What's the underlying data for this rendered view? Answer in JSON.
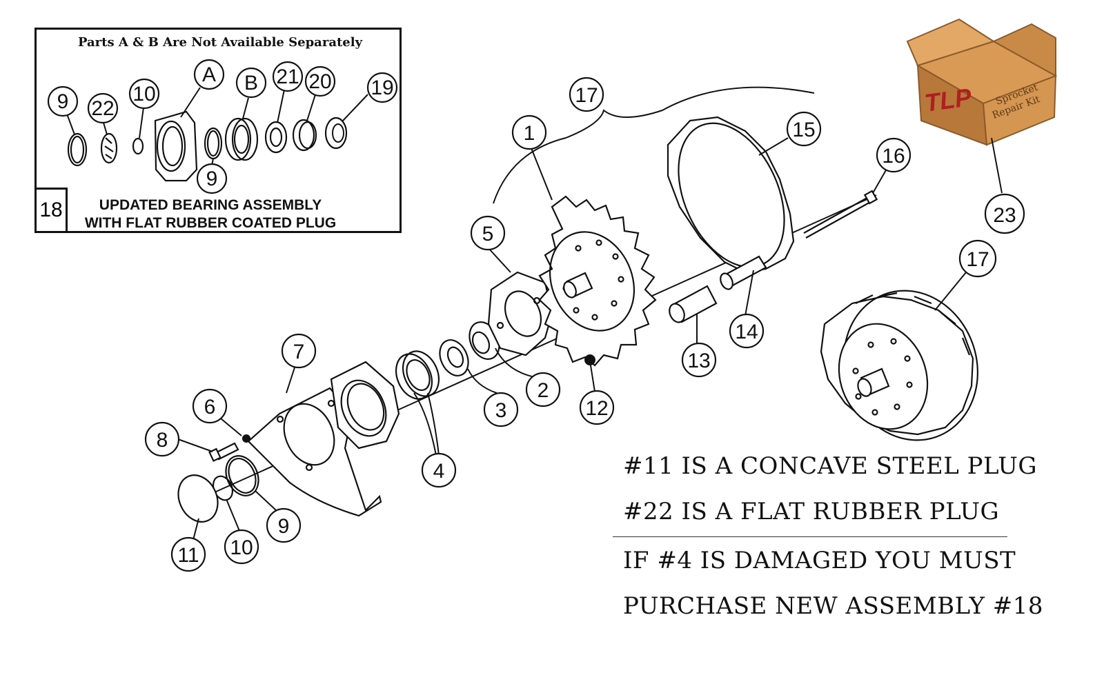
{
  "inset": {
    "title": "Parts A & B Are Not Available Separately",
    "assembly_number": "18",
    "caption_line1": "UPDATED BEARING ASSEMBLY",
    "caption_line2": "WITH FLAT RUBBER COATED PLUG",
    "callouts": [
      "9",
      "22",
      "10",
      "A",
      "B",
      "21",
      "20",
      "19",
      "9"
    ]
  },
  "main_callouts": [
    "17",
    "1",
    "15",
    "16",
    "23",
    "5",
    "17",
    "14",
    "13",
    "12",
    "2",
    "3",
    "4",
    "7",
    "6",
    "8",
    "9",
    "10",
    "11"
  ],
  "kit_box": {
    "brand": "TLP",
    "label_line1": "Sprocket",
    "label_line2": "Repair Kit"
  },
  "notes": {
    "line1": "#11 IS A CONCAVE STEEL PLUG",
    "line2": "#22 IS A FLAT RUBBER PLUG",
    "line3": "IF #4 IS DAMAGED YOU MUST",
    "line4": "PURCHASE NEW ASSEMBLY #18"
  },
  "colors": {
    "line": "#111111",
    "box_brown": "#c98a47",
    "brand_red": "#b01e23"
  }
}
